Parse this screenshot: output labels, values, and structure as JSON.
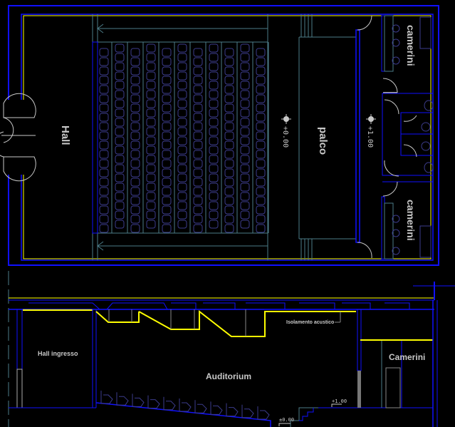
{
  "plan": {
    "hall_label": "Hall",
    "stage_label": "palco",
    "dressing_top_label": "camerini",
    "dressing_bottom_label": "camerini",
    "level_stalls": "+0.00",
    "level_backstage": "+1.00"
  },
  "section": {
    "entrance_hall_label": "Hall ingresso",
    "auditorium_label": "Auditorium",
    "acoustic_label": "Isolamento acustico",
    "dressing_label": "Camerini",
    "level_stage": "+1.00",
    "level_ground": "±0.00"
  },
  "colors": {
    "wall": "#1010ff",
    "finish": "#ffff00",
    "seat": "#3c3c8c",
    "aux": "#4c7c88",
    "text": "#c8c8c8"
  }
}
